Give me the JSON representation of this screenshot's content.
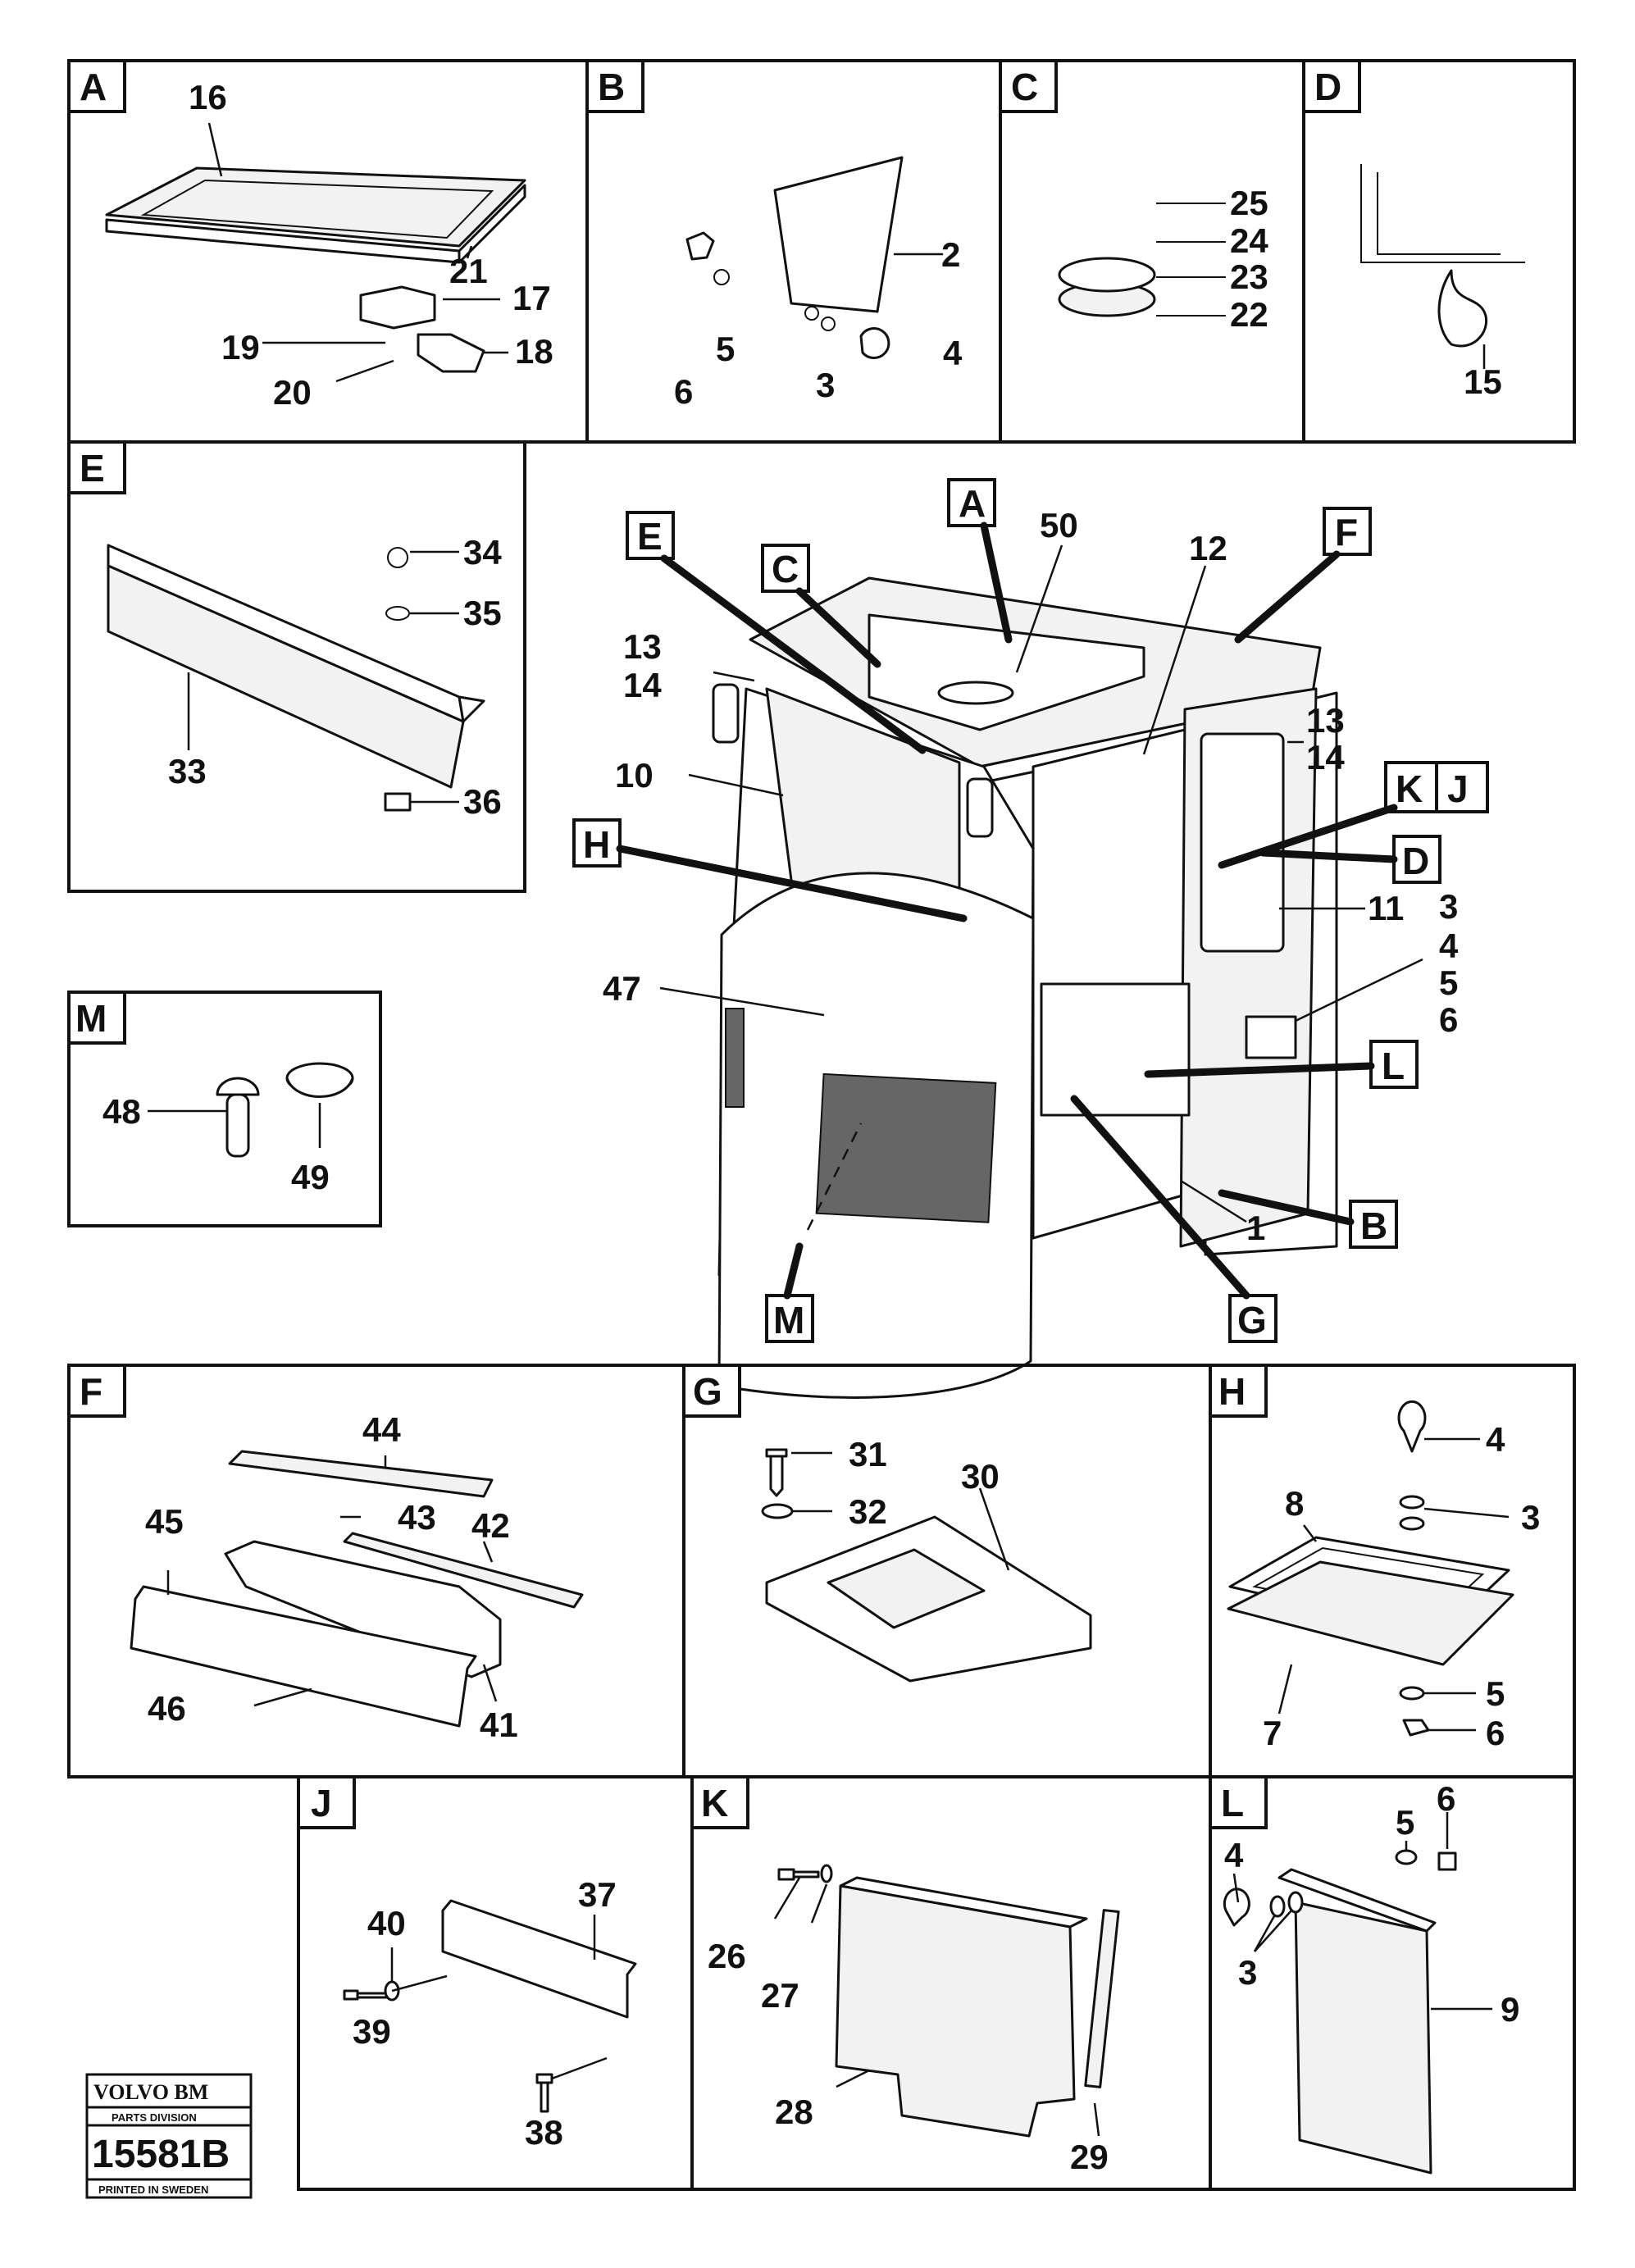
{
  "panels": {
    "A": {
      "tag": "A",
      "labels": [
        "16",
        "21",
        "17",
        "19",
        "18",
        "20"
      ]
    },
    "B": {
      "tag": "B",
      "labels": [
        "2",
        "5",
        "4",
        "6",
        "3"
      ]
    },
    "C": {
      "tag": "C",
      "labels": [
        "25",
        "24",
        "23",
        "22"
      ]
    },
    "D": {
      "tag": "D",
      "labels": [
        "15"
      ]
    },
    "E": {
      "tag": "E",
      "labels": [
        "34",
        "35",
        "33",
        "36"
      ]
    },
    "M": {
      "tag": "M",
      "labels": [
        "48",
        "49"
      ]
    },
    "F": {
      "tag": "F",
      "labels": [
        "44",
        "43",
        "42",
        "45",
        "46",
        "41"
      ]
    },
    "G": {
      "tag": "G",
      "labels": [
        "31",
        "30",
        "32"
      ]
    },
    "H": {
      "tag": "H",
      "labels": [
        "4",
        "8",
        "3",
        "7",
        "5",
        "6"
      ]
    },
    "J": {
      "tag": "J",
      "labels": [
        "40",
        "37",
        "39",
        "38"
      ]
    },
    "K": {
      "tag": "K",
      "labels": [
        "26",
        "27",
        "28",
        "29"
      ]
    },
    "L": {
      "tag": "L",
      "labels": [
        "6",
        "5",
        "4",
        "3",
        "9"
      ]
    }
  },
  "main": {
    "callouts": [
      "A",
      "C",
      "E",
      "F",
      "K",
      "J",
      "D",
      "H",
      "L",
      "B",
      "M",
      "G"
    ],
    "labels": [
      "50",
      "12",
      "13",
      "14",
      "13",
      "14",
      "10",
      "11",
      "3",
      "4",
      "5",
      "6",
      "47",
      "1"
    ]
  },
  "logo": {
    "brand": "VOLVO BM",
    "division": "PARTS DIVISION",
    "number": "15581B",
    "printed": "PRINTED IN SWEDEN"
  }
}
